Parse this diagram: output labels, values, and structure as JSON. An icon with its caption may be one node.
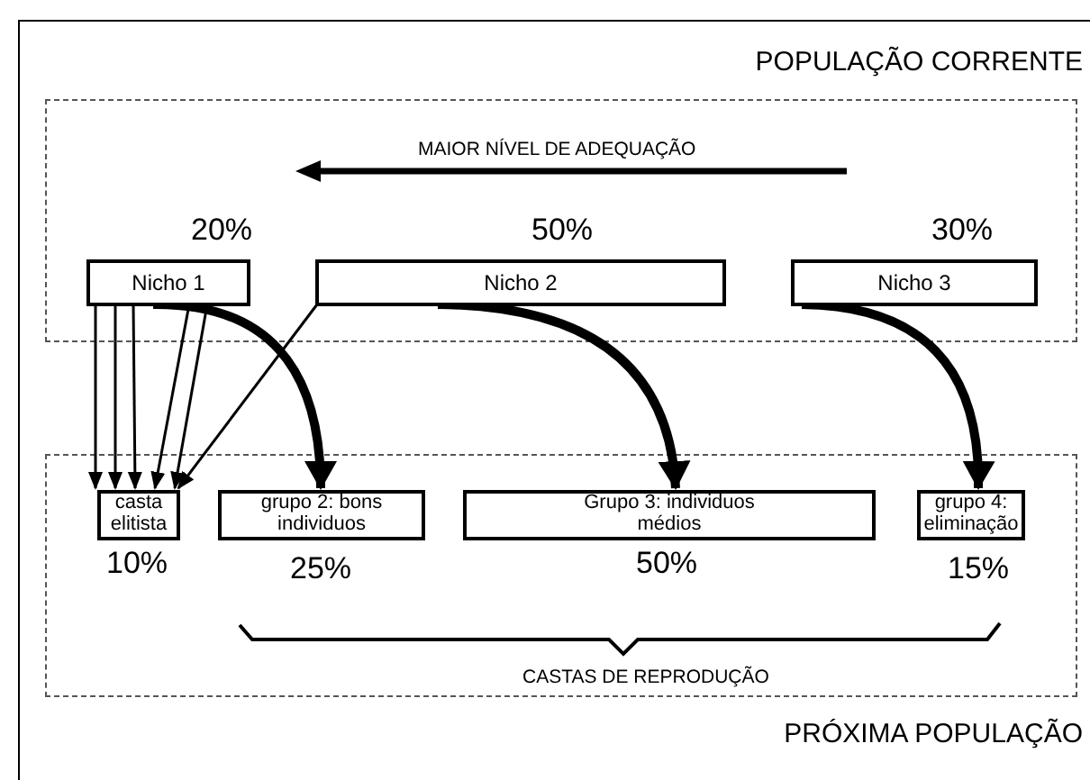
{
  "diagram": {
    "nodes": [
      {
        "text": [
          "POPULAÇÃO CORRENTE"
        ]
      },
      {
        "text": [
          "Nicho 1"
        ],
        "in": 0,
        "beside": [
          "20%"
        ]
      },
      {
        "text": [
          "Nicho 2"
        ],
        "in": 0,
        "beside": [
          "50%"
        ]
      },
      {
        "text": [
          "Nicho 3"
        ],
        "in": 0,
        "beside": [
          "30%"
        ]
      },
      {
        "text": [
          "PRÓXIMA POPULAÇÃO"
        ]
      },
      {
        "text": [
          "casta elitista"
        ],
        "in": 4,
        "beside": [
          "10%"
        ]
      },
      {
        "text": [
          "grupo 2: bons individuos"
        ],
        "in": 4,
        "beside": [
          "25%"
        ]
      },
      {
        "text": [
          "Grupo 3: individuos médios"
        ],
        "in": 4,
        "beside": [
          "50%"
        ]
      },
      {
        "text": [
          "grupo 4: eliminação"
        ],
        "in": 4,
        "beside": [
          "15%"
        ]
      }
    ],
    "edges": [
      {
        "from": 1,
        "to": 5,
        "arrow": "to"
      },
      {
        "from": 1,
        "to": 5,
        "arrow": "to"
      },
      {
        "from": 1,
        "to": 5,
        "arrow": "to"
      },
      {
        "from": 1,
        "to": 5,
        "arrow": "to"
      },
      {
        "from": 1,
        "to": 5,
        "arrow": "to"
      },
      {
        "from": 2,
        "to": 5,
        "arrow": "to"
      },
      {
        "from": 1,
        "to": 6,
        "arrow": "to",
        "style": "thick"
      },
      {
        "from": 2,
        "to": 7,
        "arrow": "to",
        "style": "thick"
      },
      {
        "from": 3,
        "to": 8,
        "arrow": "to",
        "style": "thick"
      }
    ],
    "labels": [
      "MAIOR NÍVEL DE ADEQUAÇÃO",
      "CASTAS DE REPRODUÇÃO"
    ]
  }
}
